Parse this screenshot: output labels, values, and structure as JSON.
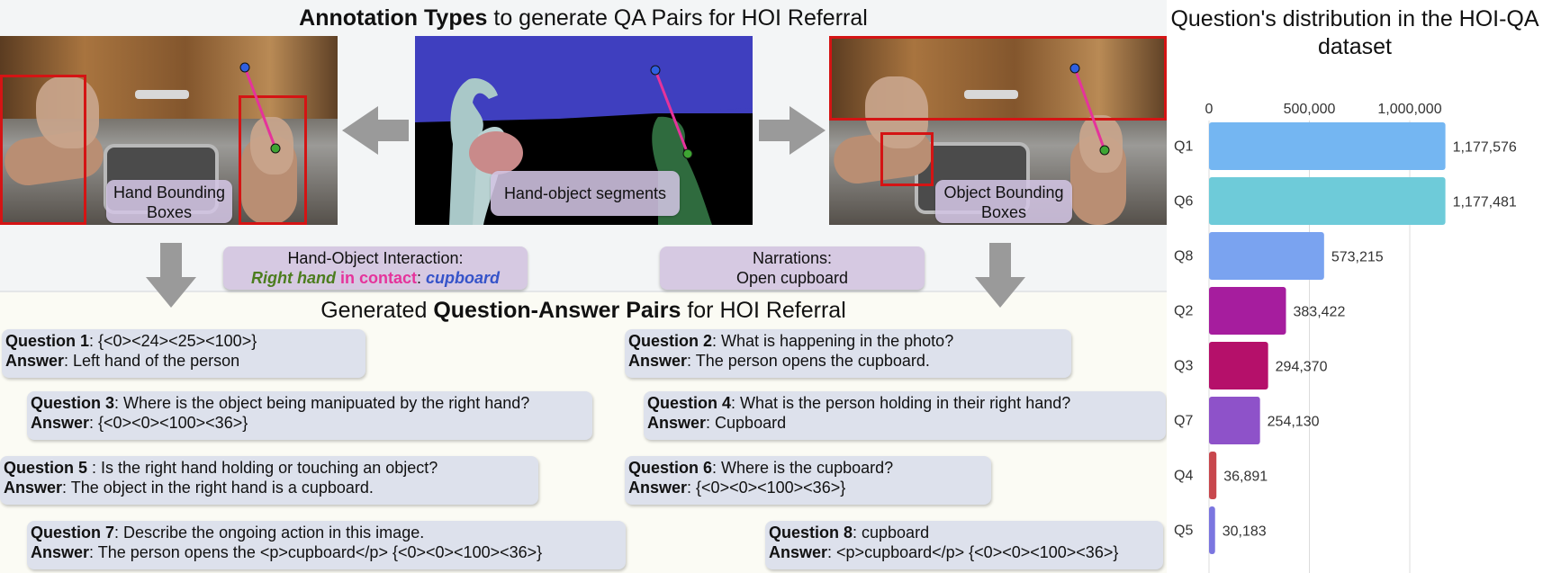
{
  "top_title": {
    "bold": "Annotation Types",
    "rest": " to generate QA Pairs for HOI Referral"
  },
  "bottom_title": {
    "pre": "Generated ",
    "bold": "Question-Answer Pairs",
    "post": " for HOI Referral"
  },
  "panels": {
    "left_caption": [
      "Hand Bounding",
      "Boxes"
    ],
    "middle_caption": "Hand-object segments",
    "right_caption": [
      "Object Bounding",
      "Boxes"
    ]
  },
  "annotations": {
    "hoi_label": "Hand-Object Interaction:",
    "hoi_right_hand": "Right hand",
    "hoi_contact": " in contact",
    "hoi_colon": ": ",
    "hoi_object": "cupboard",
    "narr_label": "Narrations:",
    "narr_text": "Open cupboard"
  },
  "qa_pairs": [
    {
      "qlabel": "Question 1",
      "q": ": {<0><24><25><100>}",
      "alabel": "Answer",
      "a": ": Left hand of the person"
    },
    {
      "qlabel": "Question 2",
      "q": ": What is happening in the photo?",
      "alabel": "Answer",
      "a": ": The person opens the cupboard."
    },
    {
      "qlabel": "Question 3",
      "q": ": Where is the object being manipuated by the right hand?",
      "alabel": "Answer",
      "a": ": {<0><0><100><36>}"
    },
    {
      "qlabel": "Question 4",
      "q": ": What is the person holding in their right hand?",
      "alabel": "Answer",
      "a": ": Cupboard"
    },
    {
      "qlabel": "Question 5",
      "q": " : Is the right hand holding or touching an object?",
      "alabel": "Answer",
      "a": ": The object in the right hand is a cupboard."
    },
    {
      "qlabel": "Question 6",
      "q": ": Where is the cupboard?",
      "alabel": "Answer",
      "a": ": {<0><0><100><36>}"
    },
    {
      "qlabel": "Question 7",
      "q": ": Describe the ongoing action in this image.",
      "alabel": "Answer",
      "a": ": The person opens the <p>cupboard</p> {<0><0><100><36>}"
    },
    {
      "qlabel": "Question 8",
      "q": ": cupboard",
      "alabel": "Answer",
      "a": ": <p>cupboard</p> {<0><0><100><36>}"
    }
  ],
  "chart_data": {
    "type": "bar",
    "orientation": "horizontal",
    "title": "Question's distribution in the HOI-QA dataset",
    "xlim": [
      0,
      1250000
    ],
    "x_ticks": [
      0,
      500000,
      1000000
    ],
    "x_tick_labels": [
      "0",
      "500,000",
      "1,000,000"
    ],
    "grid": true,
    "categories": [
      "Q1",
      "Q6",
      "Q8",
      "Q2",
      "Q3",
      "Q7",
      "Q4",
      "Q5"
    ],
    "values": [
      1177576,
      1177481,
      573215,
      383422,
      294370,
      254130,
      36891,
      30183
    ],
    "value_labels": [
      "1,177,576",
      "1,177,481",
      "573,215",
      "383,422",
      "294,370",
      "254,130",
      "36,891",
      "30,183"
    ],
    "colors": [
      "#74b6f2",
      "#6ecbd9",
      "#7aa3f0",
      "#a61d9e",
      "#b5106a",
      "#8e52c9",
      "#c8474d",
      "#7b76e0"
    ]
  }
}
